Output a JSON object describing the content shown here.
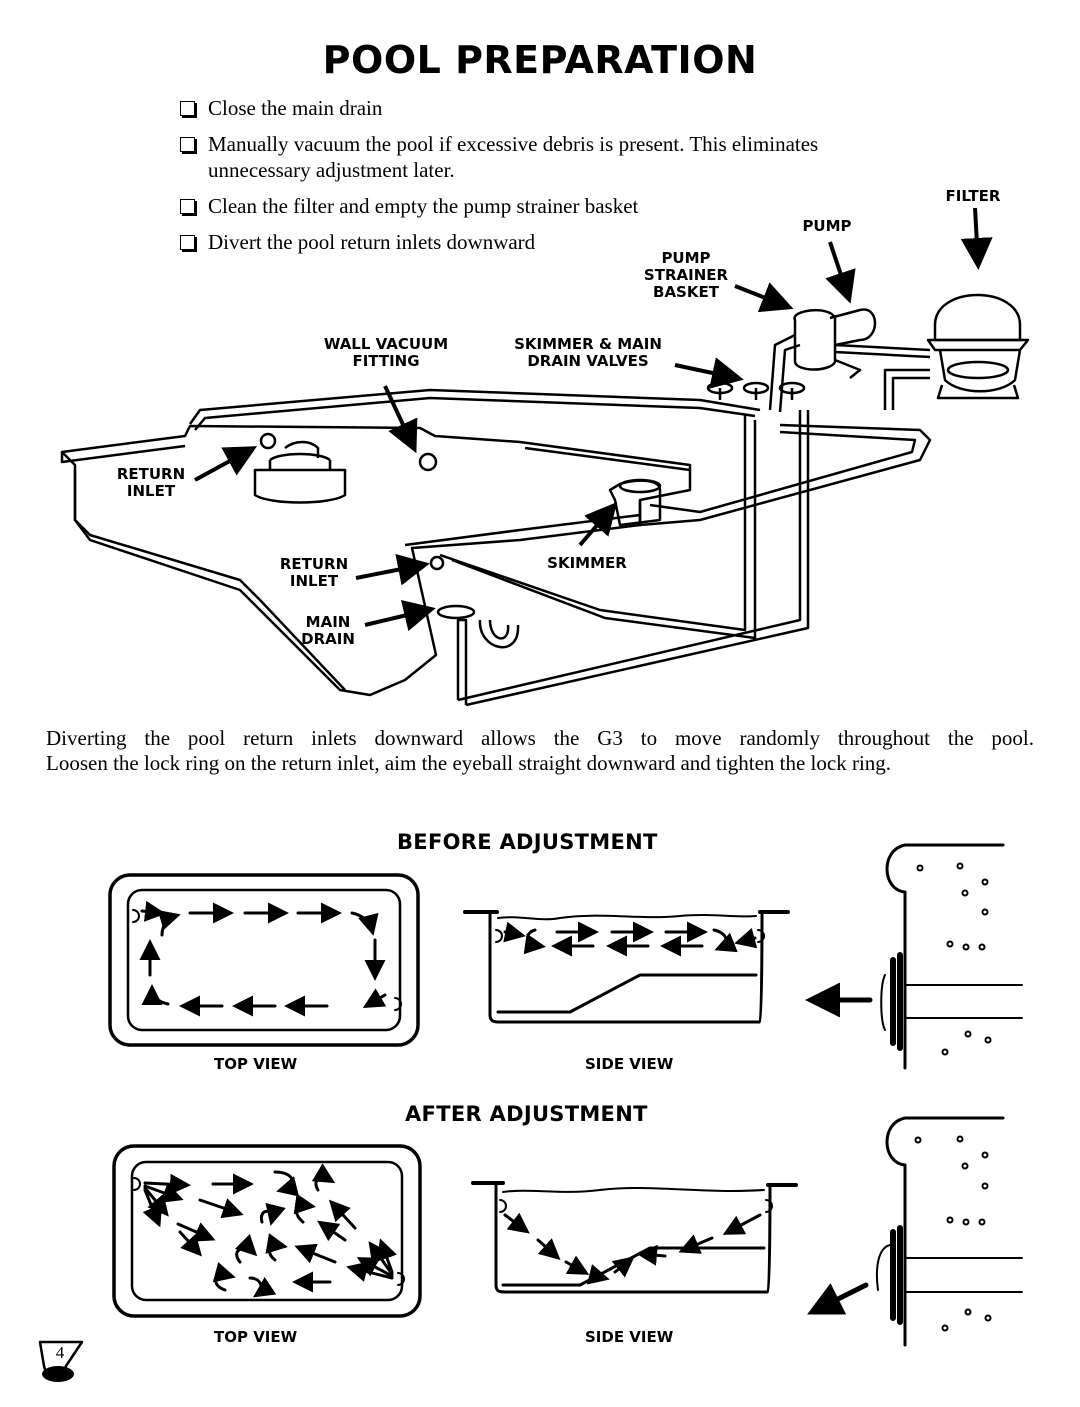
{
  "title": "POOL PREPARATION",
  "checklist": [
    "Close the main drain",
    "Manually vacuum the pool if excessive debris is present. This eliminates unnecessary adjustment later.",
    "Clean the filter and empty the pump strainer basket",
    "Divert the pool return inlets downward"
  ],
  "diagram_labels": {
    "filter": "FILTER",
    "pump": "PUMP",
    "pump_strainer_basket": "PUMP STRAINER BASKET",
    "wall_vacuum_fitting": "WALL VACUUM FITTING",
    "skimmer_main_drain_valves": "SKIMMER & MAIN DRAIN VALVES",
    "return_inlet_left": "RETURN INLET",
    "return_inlet_front": "RETURN INLET",
    "skimmer": "SKIMMER",
    "main_drain": "MAIN DRAIN"
  },
  "paragraph": {
    "line1": "Diverting the pool return inlets downward allows the G3 to move randomly throughout the pool.",
    "line2": "Loosen the lock ring on the return inlet, aim the eyeball straight downward and tighten the lock ring."
  },
  "before": {
    "heading": "BEFORE ADJUSTMENT",
    "top_view": "TOP VIEW",
    "side_view": "SIDE VIEW"
  },
  "after": {
    "heading": "AFTER ADJUSTMENT",
    "top_view": "TOP VIEW",
    "side_view": "SIDE VIEW"
  },
  "page_number": "4"
}
